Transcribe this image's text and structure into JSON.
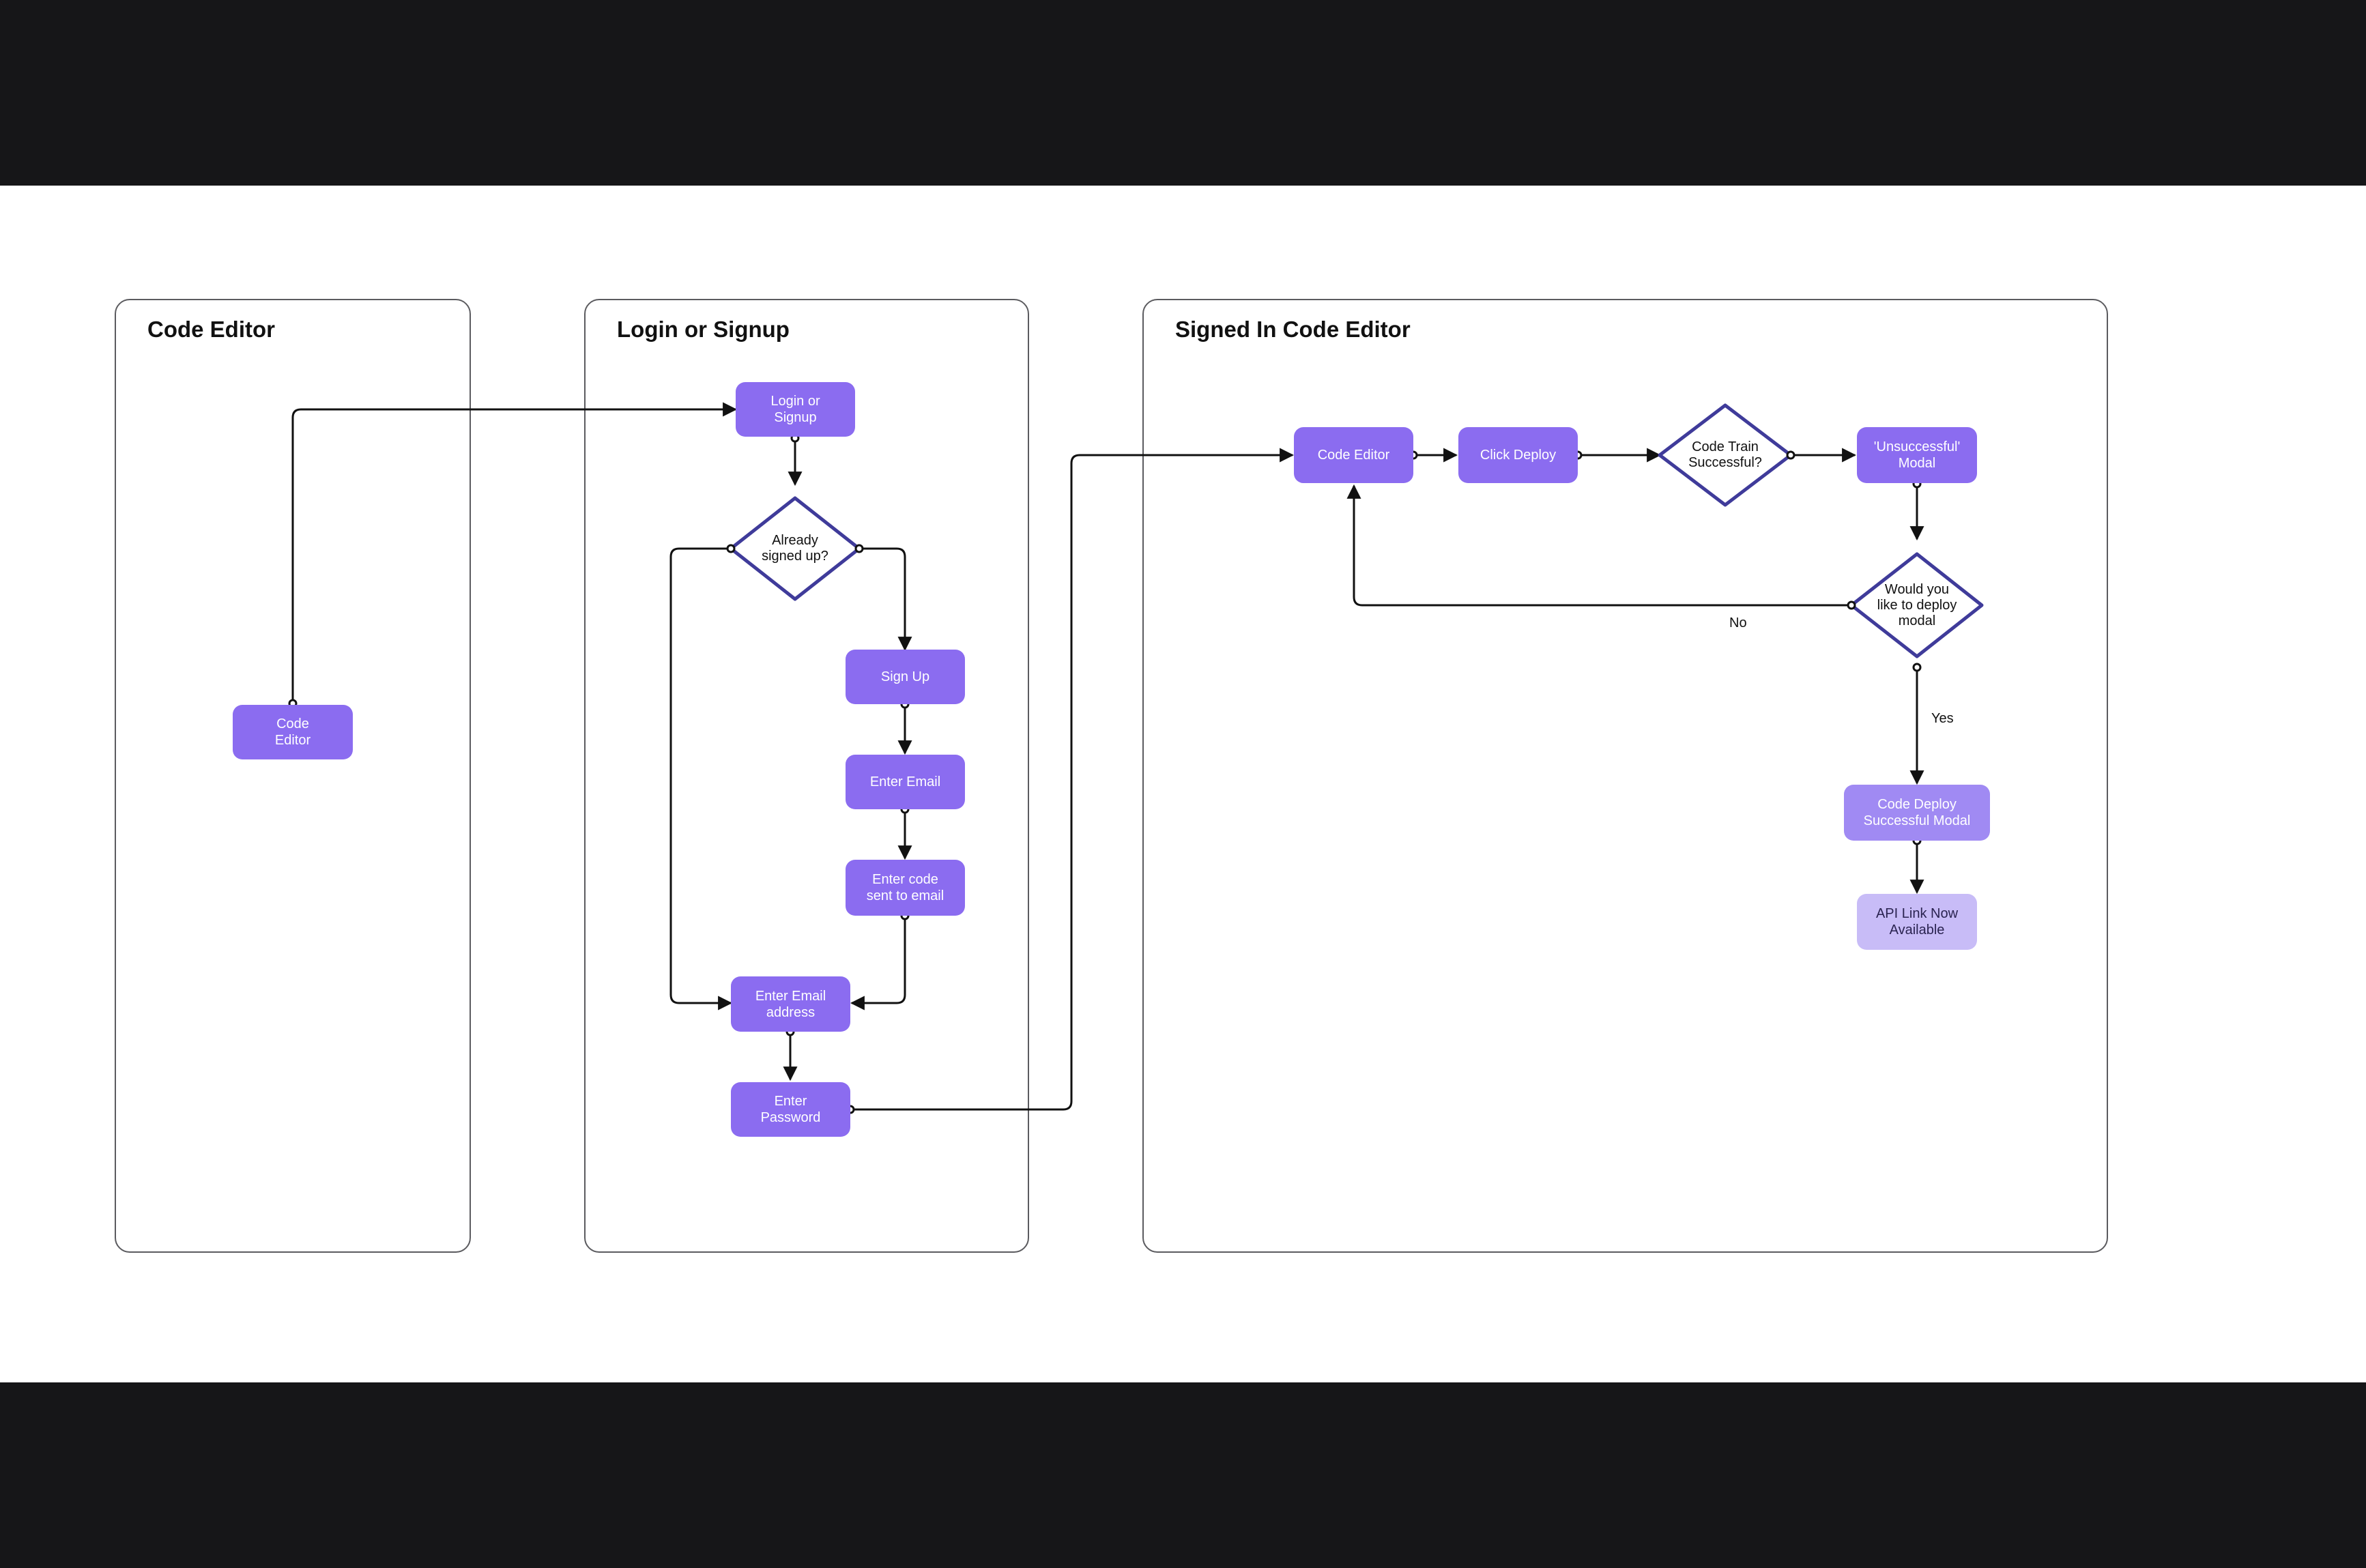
{
  "lanes": {
    "code_editor": {
      "title": "Code Editor"
    },
    "login_signup": {
      "title": "Login or Signup"
    },
    "signed_in": {
      "title": "Signed In Code Editor"
    }
  },
  "nodes": {
    "code_editor_start": {
      "line1": "Code",
      "line2": "Editor"
    },
    "login_or_signup": {
      "line1": "Login or",
      "line2": "Signup"
    },
    "already_signed_up": {
      "line1": "Already",
      "line2": "signed up?"
    },
    "sign_up": {
      "line1": "Sign Up"
    },
    "enter_email": {
      "line1": "Enter Email"
    },
    "enter_code": {
      "line1": "Enter code",
      "line2": "sent to email"
    },
    "enter_email_address": {
      "line1": "Enter Email",
      "line2": "address"
    },
    "enter_password": {
      "line1": "Enter",
      "line2": "Password"
    },
    "code_editor_signed": {
      "line1": "Code Editor"
    },
    "click_deploy": {
      "line1": "Click Deploy"
    },
    "code_train_successful": {
      "line1": "Code Train",
      "line2": "Successful?"
    },
    "unsuccessful_modal": {
      "line1": "'Unsuccessful'",
      "line2": "Modal"
    },
    "would_you_like_deploy": {
      "line1": "Would you",
      "line2": "like to deploy",
      "line3": "modal"
    },
    "code_deploy_successful": {
      "line1": "Code Deploy",
      "line2": "Successful Modal"
    },
    "api_link_available": {
      "line1": "API Link Now",
      "line2": "Available"
    }
  },
  "edge_labels": {
    "no": "No",
    "yes": "Yes"
  },
  "colors": {
    "node_dark": "#8b6cf0",
    "node_mid": "#a08af3",
    "node_light": "#c8bcf7",
    "diamond_stroke": "#3f3b9a",
    "connector": "#111111",
    "lane_border": "#5b5b5f",
    "frame": "#161618"
  }
}
